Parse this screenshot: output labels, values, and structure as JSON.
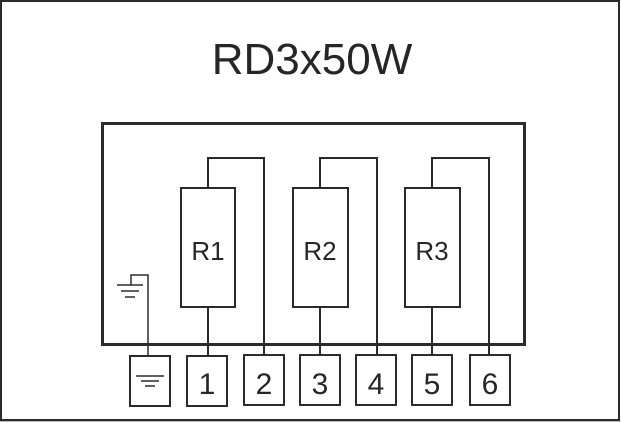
{
  "title": "RD3x50W",
  "resistors": [
    {
      "label": "R1"
    },
    {
      "label": "R2"
    },
    {
      "label": "R3"
    }
  ],
  "terminals": [
    {
      "label": "",
      "icon": "ground-icon"
    },
    {
      "label": "1"
    },
    {
      "label": "2"
    },
    {
      "label": "3"
    },
    {
      "label": "4"
    },
    {
      "label": "5"
    },
    {
      "label": "6"
    }
  ],
  "colors": {
    "stroke": "#2b2b2b",
    "background": "#ffffff"
  }
}
